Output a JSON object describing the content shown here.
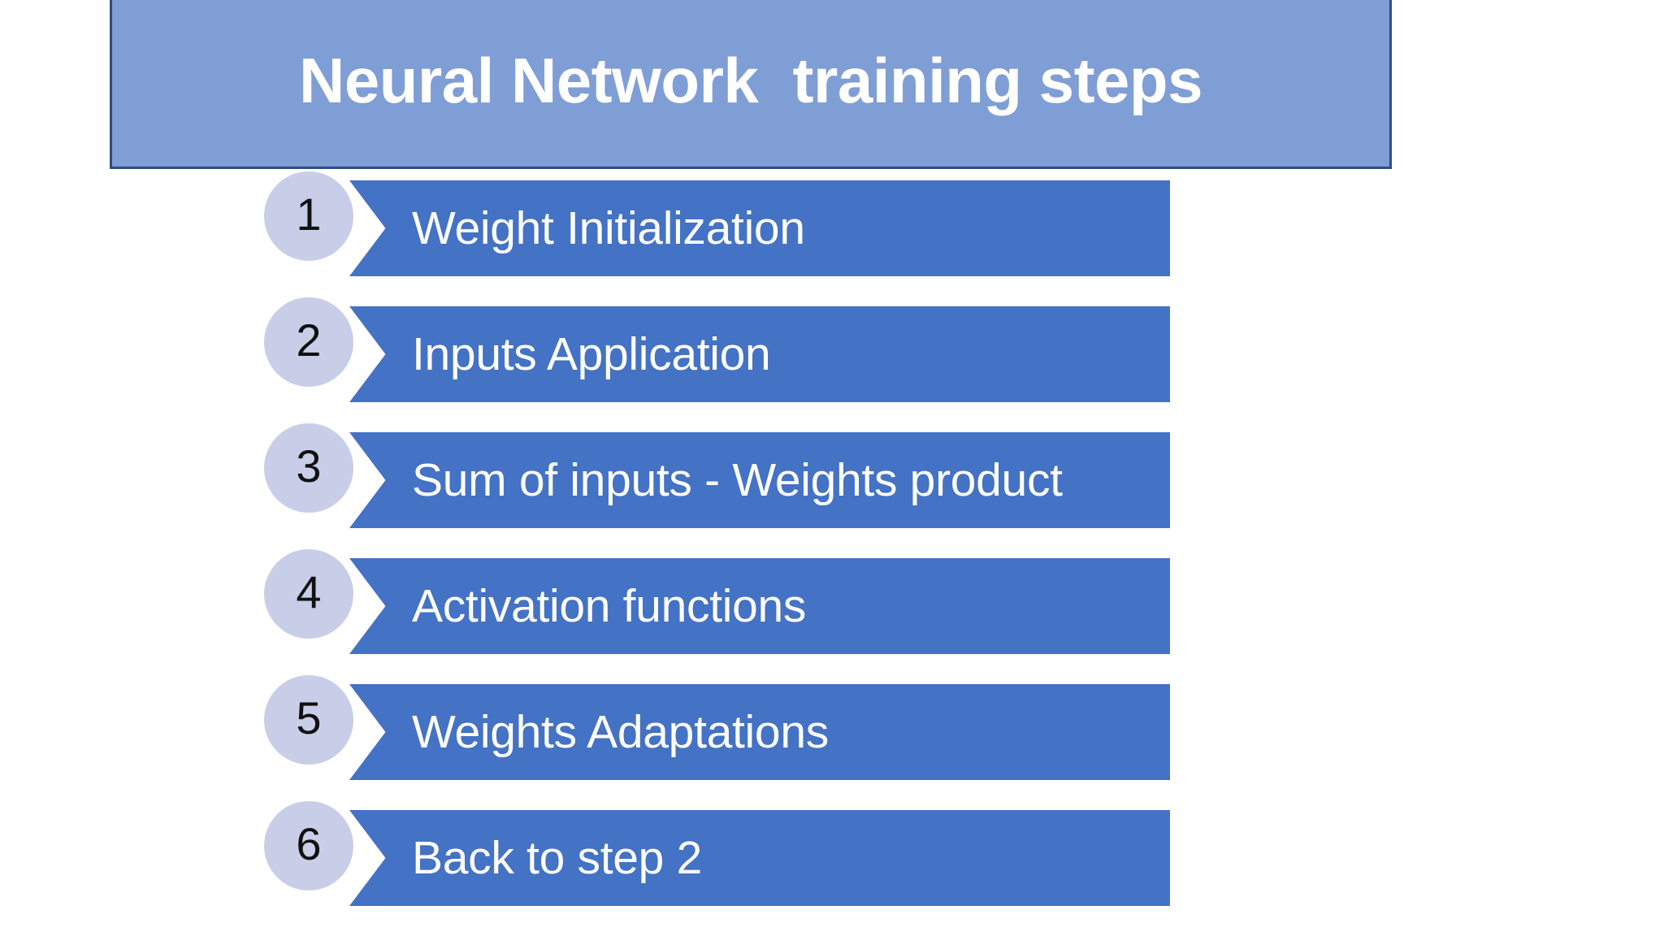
{
  "slide": {
    "background_color": "#FFFFFF",
    "title": {
      "text": "Neural Network  training steps",
      "fill_color": "#7F9ED5",
      "border_color": "#2F4E7E",
      "text_color": "#FFFFFF"
    },
    "theme": {
      "bar_color": "#4472C4",
      "circle_color": "#C9CEE8",
      "bar_text_color": "#FFFFFF",
      "number_text_color": "#111111"
    },
    "steps": [
      {
        "number": "1",
        "label": "Weight Initialization"
      },
      {
        "number": "2",
        "label": "Inputs Application"
      },
      {
        "number": "3",
        "label": "Sum of inputs - Weights product"
      },
      {
        "number": "4",
        "label": "Activation functions"
      },
      {
        "number": "5",
        "label": "Weights Adaptations"
      },
      {
        "number": "6",
        "label": "Back to step 2"
      }
    ]
  }
}
